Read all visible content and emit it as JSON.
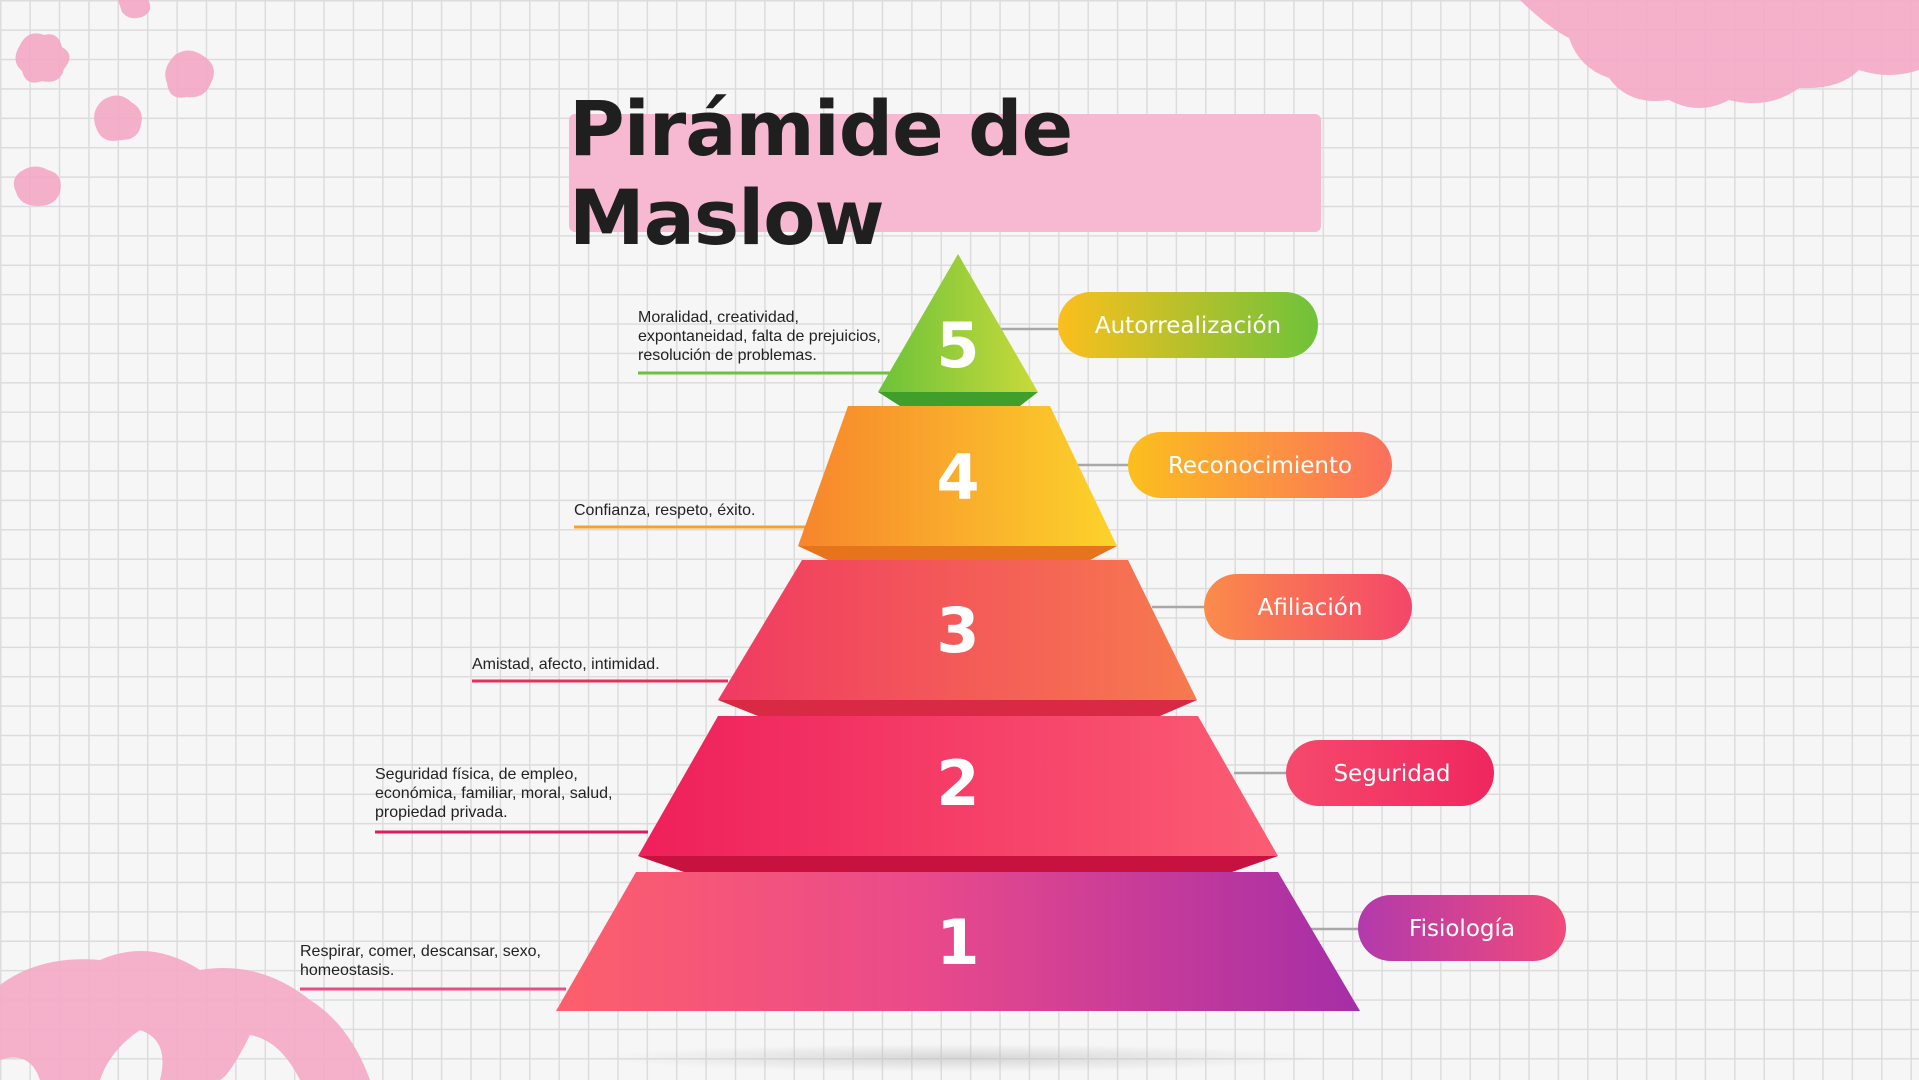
{
  "title": "Pirámide de Maslow",
  "levels": [
    {
      "number": "5",
      "label": "Autorrealización",
      "description": [
        "Moralidad, creatividad,",
        "expontaneidad, falta de prejuicios,",
        "resolución de problemas."
      ]
    },
    {
      "number": "4",
      "label": "Reconocimiento",
      "description": [
        "Confianza, respeto, éxito."
      ]
    },
    {
      "number": "3",
      "label": "Afiliación",
      "description": [
        "Amistad, afecto, intimidad."
      ]
    },
    {
      "number": "2",
      "label": "Seguridad",
      "description": [
        "Seguridad física, de empleo,",
        "económica, familiar, moral, salud,",
        "propiedad privada."
      ]
    },
    {
      "number": "1",
      "label": "Fisiología",
      "description": [
        "Respirar, comer, descansar, sexo,",
        "homeostasis."
      ]
    }
  ],
  "colors": {
    "title_bg": "#f7b8d2",
    "accent_pink": "#f7b8d2",
    "level5": [
      "#6cc23a",
      "#c6d93a"
    ],
    "level4": [
      "#f7882d",
      "#fbd22c"
    ],
    "level3": [
      "#f03d63",
      "#f7734f"
    ],
    "level2": [
      "#f0215d",
      "#fb5a73"
    ],
    "level1": [
      "#fb5c6e",
      "#a92ea8"
    ]
  }
}
